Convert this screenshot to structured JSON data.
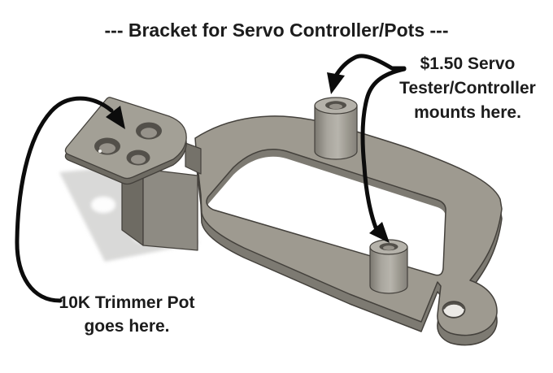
{
  "page": {
    "background": "#ffffff"
  },
  "title": {
    "text": "--- Bracket for Servo Controller/Pots ---"
  },
  "annotations": {
    "servo_tester": {
      "line1": "$1.50 Servo",
      "line2": "Tester/Controller",
      "line3": "mounts here."
    },
    "trimmer_pot": {
      "line1": "10K Trimmer Pot",
      "line2": "goes here."
    }
  },
  "render": {
    "subject": "gray 3D-printed bracket CAD render with two standoff posts, raised pot plate and mounting tab",
    "colors": {
      "body_top": "#9e9a90",
      "plate_top": "#a3a096",
      "body_front": "#7d7a72",
      "riser_front": "#8e8b83",
      "riser_side": "#6e6b63",
      "step_side": "#75726a",
      "post_mid": "#b5b2aa",
      "hole_rim": "#53504a",
      "hole_floor": "#96928a",
      "tab_hole_floor": "#eceae6",
      "edge": "#44413c",
      "shadow": "#d9d9d8",
      "shadow_hole": "#fdfdfd",
      "arrow": "#0c0c0c"
    }
  }
}
